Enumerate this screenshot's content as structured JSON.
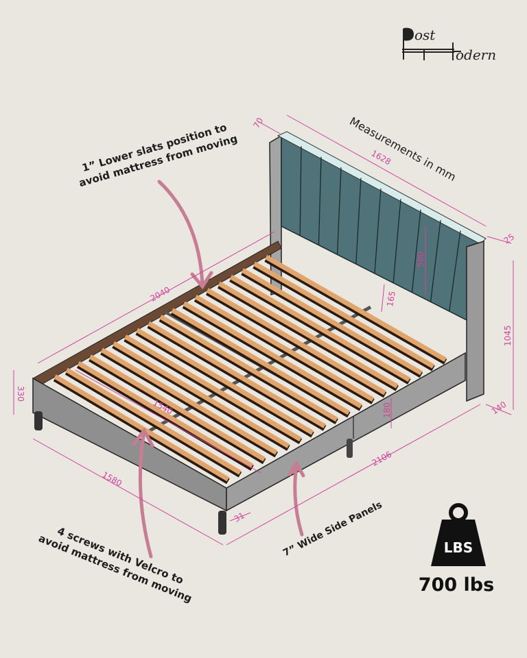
{
  "logo": {
    "text": "Post Modern"
  },
  "notes": {
    "lower_slats": [
      "1” Lower slats position to",
      "avoid mattress from moving"
    ],
    "screws": [
      "4 screws with Velcro to",
      "avoid mattress from moving"
    ],
    "side_panels": "7” Wide Side Panels",
    "units": "Measurements in mm"
  },
  "dimensions": {
    "headboard_thickness": "70",
    "headboard_width": "1628",
    "post_offset": "25",
    "total_height": "1045",
    "post_depth": "140",
    "total_length": "2106",
    "side_panel_height": "180",
    "headboard_gap": "165",
    "panel_height": "580",
    "inner_length": "2040",
    "inner_width": "1540",
    "outer_width": "1580",
    "frame_height": "330",
    "leg_inset": "31"
  },
  "weight": {
    "icon_label": "LBS",
    "capacity": "700 lbs"
  },
  "colors": {
    "background": "#e9e7e0",
    "headboard": "#4f7378",
    "frame": "#9a9a9a",
    "slat": "#e0a56d",
    "dimension": "#d0449a",
    "arrow": "#c77d93"
  }
}
